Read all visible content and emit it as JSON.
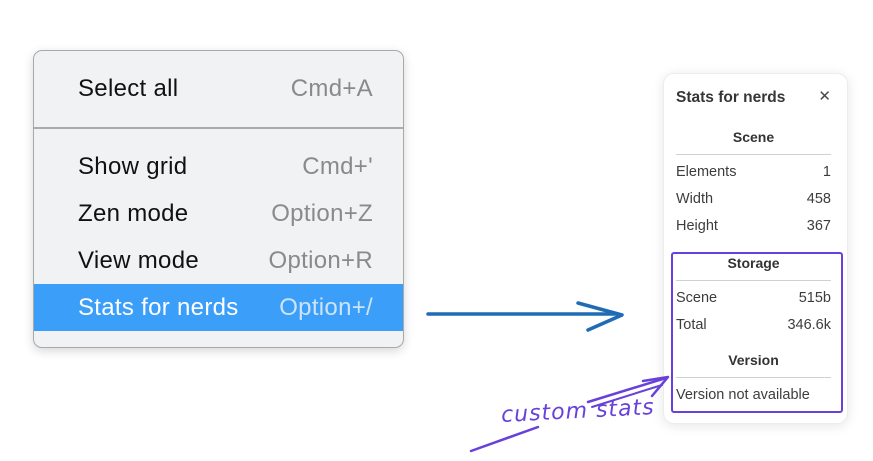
{
  "context_menu": {
    "groups": [
      {
        "items": [
          {
            "label": "Select all",
            "shortcut": "Cmd+A",
            "highlighted": false
          }
        ]
      },
      {
        "items": [
          {
            "label": "Show grid",
            "shortcut": "Cmd+'",
            "highlighted": false
          },
          {
            "label": "Zen mode",
            "shortcut": "Option+Z",
            "highlighted": false
          },
          {
            "label": "View mode",
            "shortcut": "Option+R",
            "highlighted": false
          },
          {
            "label": "Stats for nerds",
            "shortcut": "Option+/",
            "highlighted": true
          }
        ]
      }
    ]
  },
  "stats_panel": {
    "title": "Stats for nerds",
    "close_icon": "✕",
    "sections": {
      "scene": {
        "heading": "Scene",
        "rows": [
          {
            "label": "Elements",
            "value": "1"
          },
          {
            "label": "Width",
            "value": "458"
          },
          {
            "label": "Height",
            "value": "367"
          }
        ]
      },
      "storage": {
        "heading": "Storage",
        "rows": [
          {
            "label": "Scene",
            "value": "515b"
          },
          {
            "label": "Total",
            "value": "346.6k"
          }
        ]
      },
      "version": {
        "heading": "Version",
        "note": "Version not available"
      }
    }
  },
  "annotation": {
    "label": "custom stats"
  },
  "colors": {
    "menu_background": "#f1f2f3",
    "menu_border": "#a9a9a9",
    "menu_text": "#111111",
    "menu_shortcut": "#8a8a8a",
    "menu_highlight": "#3b9ef8",
    "menu_highlight_text": "#ffffff",
    "menu_highlight_shortcut": "#cde3fa",
    "flow_arrow_blue": "#1f6cb4",
    "annotation_purple": "#6741d9",
    "panel_text": "#3d3d3d",
    "panel_divider": "#cfd1d5"
  }
}
